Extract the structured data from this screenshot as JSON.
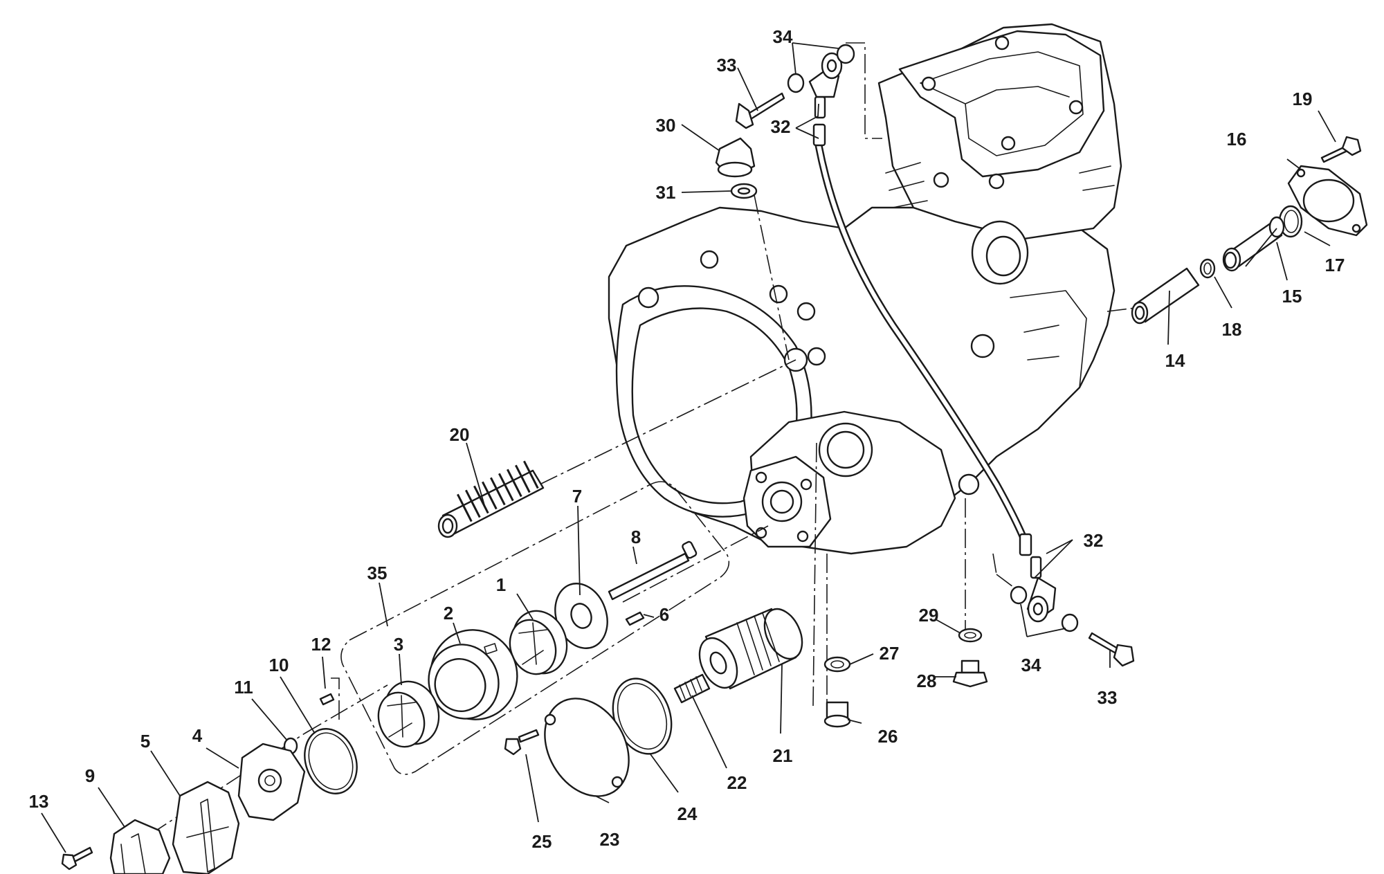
{
  "diagram": {
    "parts": [
      {
        "id": "p1",
        "label": "1"
      },
      {
        "id": "p2",
        "label": "2"
      },
      {
        "id": "p3",
        "label": "3"
      },
      {
        "id": "p4",
        "label": "4"
      },
      {
        "id": "p5",
        "label": "5"
      },
      {
        "id": "p6",
        "label": "6"
      },
      {
        "id": "p7",
        "label": "7"
      },
      {
        "id": "p8",
        "label": "8"
      },
      {
        "id": "p9",
        "label": "9"
      },
      {
        "id": "p10",
        "label": "10"
      },
      {
        "id": "p11",
        "label": "11"
      },
      {
        "id": "p12",
        "label": "12"
      },
      {
        "id": "p13",
        "label": "13"
      },
      {
        "id": "p14",
        "label": "14"
      },
      {
        "id": "p15",
        "label": "15"
      },
      {
        "id": "p16",
        "label": "16"
      },
      {
        "id": "p17",
        "label": "17"
      },
      {
        "id": "p18",
        "label": "18"
      },
      {
        "id": "p19",
        "label": "19"
      },
      {
        "id": "p20",
        "label": "20"
      },
      {
        "id": "p21",
        "label": "21"
      },
      {
        "id": "p22",
        "label": "22"
      },
      {
        "id": "p23",
        "label": "23"
      },
      {
        "id": "p24",
        "label": "24"
      },
      {
        "id": "p25",
        "label": "25"
      },
      {
        "id": "p26",
        "label": "26"
      },
      {
        "id": "p27",
        "label": "27"
      },
      {
        "id": "p28",
        "label": "28"
      },
      {
        "id": "p29",
        "label": "29"
      },
      {
        "id": "p30",
        "label": "30"
      },
      {
        "id": "p31",
        "label": "31"
      },
      {
        "id": "p32a",
        "label": "32"
      },
      {
        "id": "p32b",
        "label": "32"
      },
      {
        "id": "p33a",
        "label": "33"
      },
      {
        "id": "p33b",
        "label": "33"
      },
      {
        "id": "p34a",
        "label": "34"
      },
      {
        "id": "p34b",
        "label": "34"
      },
      {
        "id": "p35",
        "label": "35"
      }
    ]
  }
}
